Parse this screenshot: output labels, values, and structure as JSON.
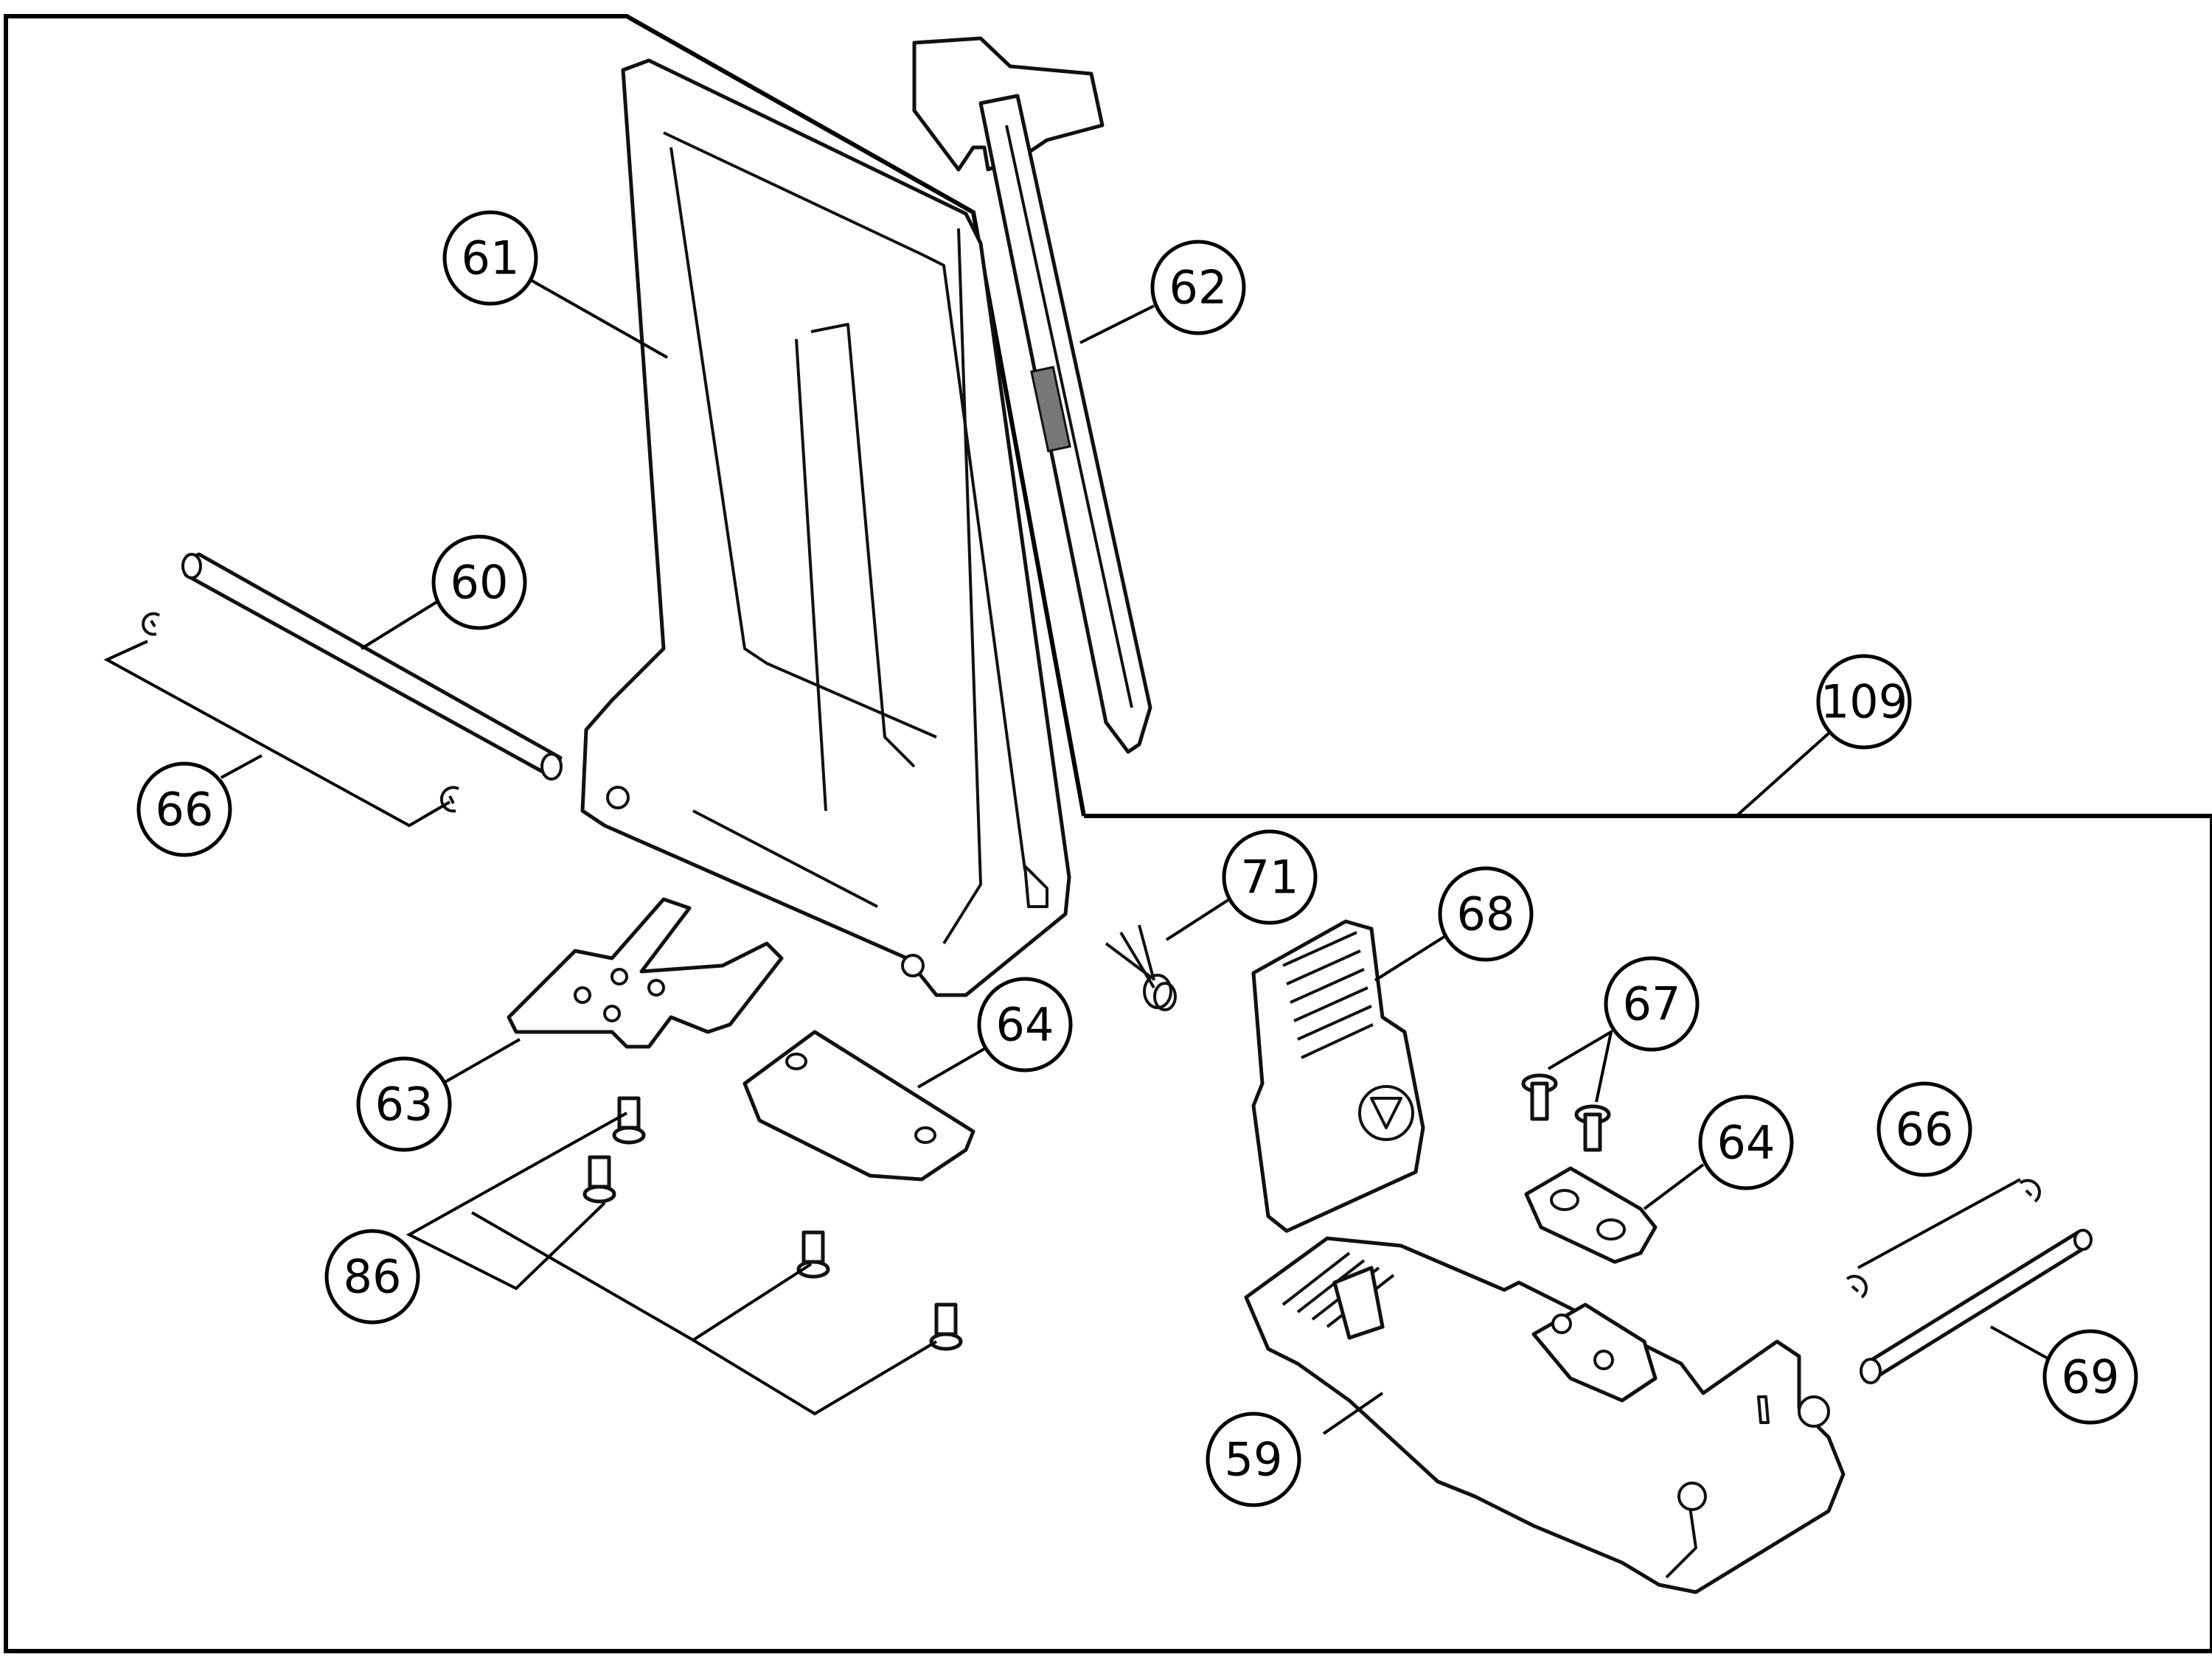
{
  "callouts": {
    "c59": "59",
    "c60": "60",
    "c61": "61",
    "c62": "62",
    "c63": "63",
    "c64a": "64",
    "c64b": "64",
    "c66a": "66",
    "c66b": "66",
    "c67": "67",
    "c68": "68",
    "c69": "69",
    "c71": "71",
    "c86": "86",
    "c109": "109"
  }
}
